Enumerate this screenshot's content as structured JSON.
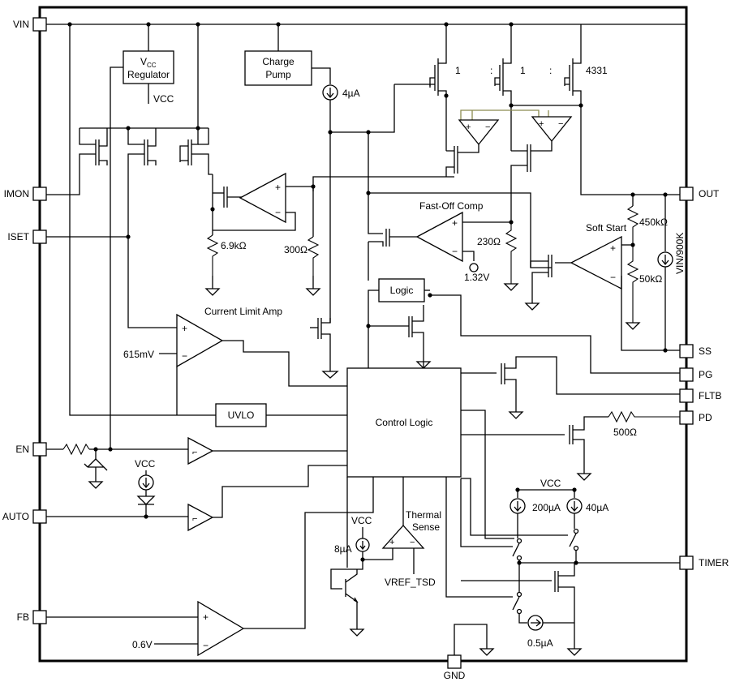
{
  "pins": {
    "vin": "VIN",
    "imon": "IMON",
    "iset": "ISET",
    "en": "EN",
    "auto": "AUTO",
    "fb": "FB",
    "gnd": "GND",
    "out": "OUT",
    "ss": "SS",
    "pg": "PG",
    "fltb": "FLTB",
    "pd": "PD",
    "timer": "TIMER"
  },
  "blocks": {
    "vcc_regulator_line1": "V",
    "vcc_regulator_sub": "CC",
    "vcc_regulator_line2": "Regulator",
    "charge_pump_line1": "Charge",
    "charge_pump_line2": "Pump",
    "logic": "Logic",
    "control_logic": "Control Logic",
    "uvlo": "UVLO"
  },
  "labels": {
    "vcc": "VCC",
    "current_limit_amp": "Current Limit Amp",
    "fast_off_comp": "Fast-Off Comp",
    "soft_start": "Soft Start",
    "thermal_sense_line1": "Thermal",
    "thermal_sense_line2": "Sense",
    "vref_tsd": "VREF_TSD",
    "vin_900k": "VIN/900K",
    "ratio_1a": "1",
    "ratio_colon_a": ":",
    "ratio_1b": "1",
    "ratio_colon_b": ":",
    "ratio_4331": "4331"
  },
  "values": {
    "i_4ua": "4µA",
    "r_6k9": "6.9kΩ",
    "r_300": "300Ω",
    "r_230": "230Ω",
    "v_132": "1.32V",
    "r_450k": "450kΩ",
    "r_50k": "50kΩ",
    "v_615m": "615mV",
    "r_500": "500Ω",
    "i_200ua": "200µA",
    "i_40ua": "40µA",
    "i_8ua": "8µA",
    "i_05ua": "0.5µA",
    "v_06": "0.6V"
  },
  "signs": {
    "plus": "+",
    "minus": "−"
  }
}
